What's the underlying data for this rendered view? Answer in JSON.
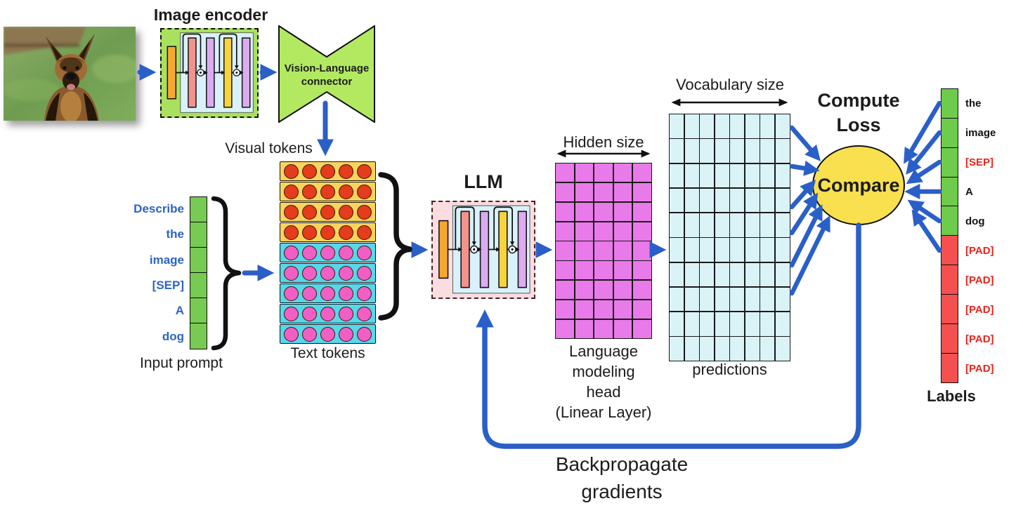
{
  "photo": {
    "name": "dog photo"
  },
  "encoder": {
    "title": "Image encoder"
  },
  "connector": {
    "line1": "Vision-Language",
    "line2": "connector"
  },
  "visual_tokens": {
    "label": "Visual tokens",
    "rows": 4,
    "circles_per_row": 5
  },
  "text_tokens": {
    "label": "Text tokens",
    "rows": 5,
    "circles_per_row": 5
  },
  "input_prompt": {
    "caption": "Input prompt",
    "tokens": [
      "Describe",
      "the",
      "image",
      "[SEP]",
      "A",
      "dog"
    ]
  },
  "llm": {
    "title": "LLM"
  },
  "lm_head": {
    "axis_label": "Hidden size",
    "caption_lines": [
      "Language",
      "modeling",
      "head",
      "(Linear Layer)"
    ],
    "grid_rows": 9,
    "grid_cols": 5
  },
  "predictions": {
    "axis_label": "Vocabulary size",
    "caption": "predictions",
    "grid_rows": 10,
    "grid_cols": 8
  },
  "compare": {
    "title_line1": "Compute",
    "title_line2": "Loss",
    "label": "Compare"
  },
  "labels": {
    "caption": "Labels",
    "items": [
      {
        "text": "the",
        "cell": "green",
        "text_color": "black"
      },
      {
        "text": "image",
        "cell": "green",
        "text_color": "black"
      },
      {
        "text": "[SEP]",
        "cell": "green",
        "text_color": "red"
      },
      {
        "text": "A",
        "cell": "green",
        "text_color": "black"
      },
      {
        "text": "dog",
        "cell": "green",
        "text_color": "black"
      },
      {
        "text": "[PAD]",
        "cell": "red",
        "text_color": "red"
      },
      {
        "text": "[PAD]",
        "cell": "red",
        "text_color": "red"
      },
      {
        "text": "[PAD]",
        "cell": "red",
        "text_color": "red"
      },
      {
        "text": "[PAD]",
        "cell": "red",
        "text_color": "red"
      },
      {
        "text": "[PAD]",
        "cell": "red",
        "text_color": "red"
      }
    ]
  },
  "backprop": {
    "line1": "Backpropagate",
    "line2": "gradients"
  },
  "colors": {
    "arrow_blue": "#2a5fc8",
    "prompt_text_blue": "#2b63c8",
    "encoder_green": "#a9e15e",
    "connector_green": "#b3e961",
    "input_token_green": "#77ca52",
    "label_green": "#6ecb4b",
    "label_red": "#f45050",
    "special_text_red": "#e8251d",
    "visual_row_yellow": "#f9d45c",
    "visual_circle_red": "#e43c1c",
    "text_row_cyan": "#57d7e9",
    "text_circle_pink": "#f25fc4",
    "lm_head_magenta": "#e97ae9",
    "predictions_cyan": "#d9f3f7",
    "compare_yellow": "#f8e04e",
    "llm_pink": "#fbdde1"
  }
}
